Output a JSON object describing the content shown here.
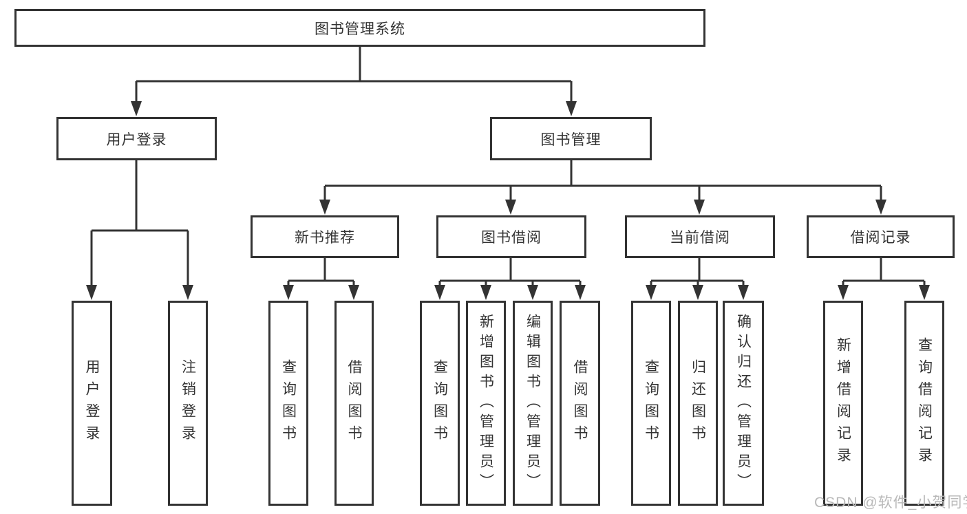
{
  "colors": {
    "line": "#333333",
    "border": "#333333",
    "text": "#333333",
    "box_background": "#ffffff",
    "page_background": "#ffffff",
    "watermark": "#b9b9b9"
  },
  "watermark": {
    "text": "CSDN @软件_小贺同学"
  },
  "tree": {
    "label": "图书管理系统",
    "children": [
      {
        "label": "用户登录",
        "children": [
          {
            "label": "用户登录"
          },
          {
            "label": "注销登录"
          }
        ]
      },
      {
        "label": "图书管理",
        "children": [
          {
            "label": "新书推荐",
            "children": [
              {
                "label": "查询图书"
              },
              {
                "label": "借阅图书"
              }
            ]
          },
          {
            "label": "图书借阅",
            "children": [
              {
                "label": "查询图书"
              },
              {
                "label": "新增图书（管理员）"
              },
              {
                "label": "编辑图书（管理员）"
              },
              {
                "label": "借阅图书"
              }
            ]
          },
          {
            "label": "当前借阅",
            "children": [
              {
                "label": "查询图书"
              },
              {
                "label": "归还图书"
              },
              {
                "label": "确认归还（管理员）"
              }
            ]
          },
          {
            "label": "借阅记录",
            "children": [
              {
                "label": "新增借阅记录"
              },
              {
                "label": "查询借阅记录"
              }
            ]
          }
        ]
      }
    ]
  }
}
